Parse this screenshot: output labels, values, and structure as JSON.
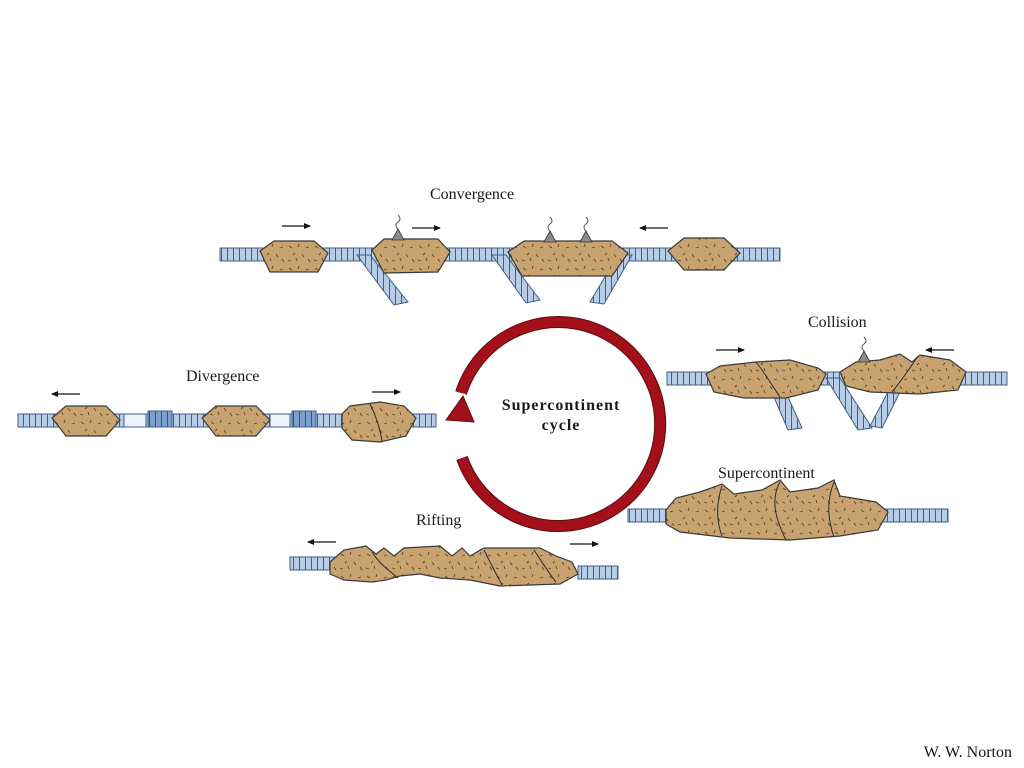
{
  "stages": {
    "convergence": "Convergence",
    "collision": "Collision",
    "supercontinent": "Supercontinent",
    "rifting": "Rifting",
    "divergence": "Divergence"
  },
  "center": {
    "line1": "Supercontinent",
    "line2": "cycle"
  },
  "credit": "W. W. Norton",
  "colors": {
    "continent": "#c9a36f",
    "ocean_plate": "#b7cde6",
    "cycle_arrow": "#a3101a",
    "outline": "#3a3a3a"
  },
  "icons": [
    "arrow-left-icon",
    "arrow-right-icon",
    "volcano-icon",
    "cycle-arrow-icon"
  ]
}
